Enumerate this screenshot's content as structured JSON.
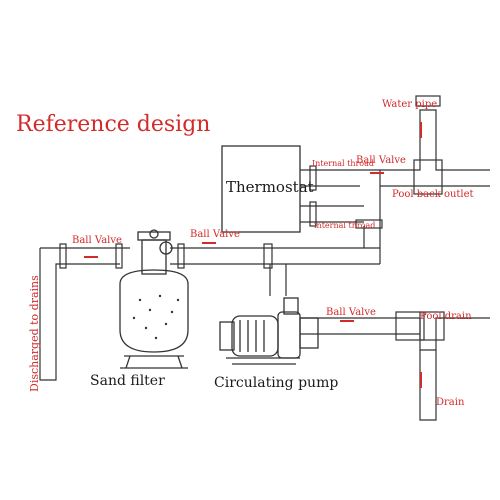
{
  "title": "Reference design",
  "components": {
    "thermostat": "Thermostat",
    "sand_filter": "Sand filter",
    "circulating_pump": "Circulating pump"
  },
  "labels": {
    "water_pipe": "Water pipe",
    "internal_throad_top": "Internal throad",
    "ball_valve_top": "Ball Valve",
    "pool_back_outlet": "Pool back outlet",
    "internal_throad_bottom": "internal throad",
    "ball_valve_left": "Ball Valve",
    "ball_valve_middle": "Ball Valve",
    "discharged_to_drains": "Discharged to drains",
    "ball_valve_right": "Ball Valve",
    "pool_drain": "Pool drain",
    "drain": "Drain"
  },
  "colors": {
    "pipe": "#333333",
    "accent": "#d22b2b",
    "background": "#ffffff"
  }
}
